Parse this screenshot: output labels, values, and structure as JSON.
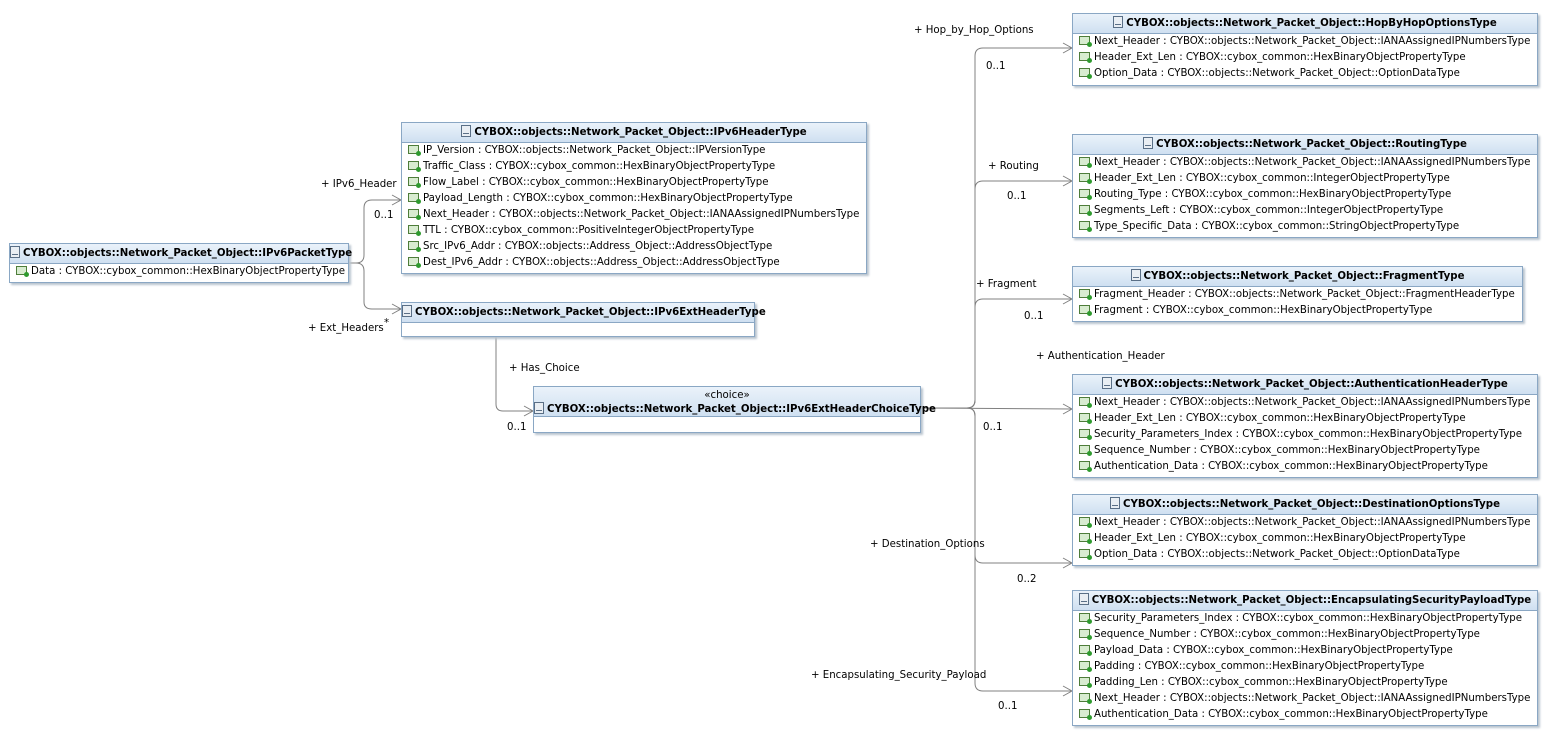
{
  "classes": {
    "packet": {
      "title": "CYBOX::objects::Network_Packet_Object::IPv6PacketType",
      "attrs": [
        "Data : CYBOX::cybox_common::HexBinaryObjectPropertyType"
      ]
    },
    "header": {
      "title": "CYBOX::objects::Network_Packet_Object::IPv6HeaderType",
      "attrs": [
        "IP_Version : CYBOX::objects::Network_Packet_Object::IPVersionType",
        "Traffic_Class : CYBOX::cybox_common::HexBinaryObjectPropertyType",
        "Flow_Label : CYBOX::cybox_common::HexBinaryObjectPropertyType",
        "Payload_Length : CYBOX::cybox_common::HexBinaryObjectPropertyType",
        "Next_Header : CYBOX::objects::Network_Packet_Object::IANAAssignedIPNumbersType",
        "TTL : CYBOX::cybox_common::PositiveIntegerObjectPropertyType",
        "Src_IPv6_Addr : CYBOX::objects::Address_Object::AddressObjectType",
        "Dest_IPv6_Addr : CYBOX::objects::Address_Object::AddressObjectType"
      ]
    },
    "ext": {
      "title": "CYBOX::objects::Network_Packet_Object::IPv6ExtHeaderType",
      "attrs": []
    },
    "choice": {
      "stereotype": "«choice»",
      "title": "CYBOX::objects::Network_Packet_Object::IPv6ExtHeaderChoiceType",
      "attrs": []
    },
    "hop": {
      "title": "CYBOX::objects::Network_Packet_Object::HopByHopOptionsType",
      "attrs": [
        "Next_Header : CYBOX::objects::Network_Packet_Object::IANAAssignedIPNumbersType",
        "Header_Ext_Len : CYBOX::cybox_common::HexBinaryObjectPropertyType",
        "Option_Data : CYBOX::objects::Network_Packet_Object::OptionDataType"
      ]
    },
    "routing": {
      "title": "CYBOX::objects::Network_Packet_Object::RoutingType",
      "attrs": [
        "Next_Header : CYBOX::objects::Network_Packet_Object::IANAAssignedIPNumbersType",
        "Header_Ext_Len : CYBOX::cybox_common::IntegerObjectPropertyType",
        "Routing_Type : CYBOX::cybox_common::HexBinaryObjectPropertyType",
        "Segments_Left : CYBOX::cybox_common::IntegerObjectPropertyType",
        "Type_Specific_Data : CYBOX::cybox_common::StringObjectPropertyType"
      ]
    },
    "fragment": {
      "title": "CYBOX::objects::Network_Packet_Object::FragmentType",
      "attrs": [
        "Fragment_Header : CYBOX::objects::Network_Packet_Object::FragmentHeaderType",
        "Fragment : CYBOX::cybox_common::HexBinaryObjectPropertyType"
      ]
    },
    "auth": {
      "title": "CYBOX::objects::Network_Packet_Object::AuthenticationHeaderType",
      "attrs": [
        "Next_Header : CYBOX::objects::Network_Packet_Object::IANAAssignedIPNumbersType",
        "Header_Ext_Len : CYBOX::cybox_common::HexBinaryObjectPropertyType",
        "Security_Parameters_Index : CYBOX::cybox_common::HexBinaryObjectPropertyType",
        "Sequence_Number : CYBOX::cybox_common::HexBinaryObjectPropertyType",
        "Authentication_Data : CYBOX::cybox_common::HexBinaryObjectPropertyType"
      ]
    },
    "dest": {
      "title": "CYBOX::objects::Network_Packet_Object::DestinationOptionsType",
      "attrs": [
        "Next_Header : CYBOX::objects::Network_Packet_Object::IANAAssignedIPNumbersType",
        "Header_Ext_Len : CYBOX::cybox_common::HexBinaryObjectPropertyType",
        "Option_Data : CYBOX::objects::Network_Packet_Object::OptionDataType"
      ]
    },
    "esp": {
      "title": "CYBOX::objects::Network_Packet_Object::EncapsulatingSecurityPayloadType",
      "attrs": [
        "Security_Parameters_Index : CYBOX::cybox_common::HexBinaryObjectPropertyType",
        "Sequence_Number : CYBOX::cybox_common::HexBinaryObjectPropertyType",
        "Payload_Data : CYBOX::cybox_common::HexBinaryObjectPropertyType",
        "Padding : CYBOX::cybox_common::HexBinaryObjectPropertyType",
        "Padding_Len : CYBOX::cybox_common::HexBinaryObjectPropertyType",
        "Next_Header : CYBOX::objects::Network_Packet_Object::IANAAssignedIPNumbersType",
        "Authentication_Data : CYBOX::cybox_common::HexBinaryObjectPropertyType"
      ]
    }
  },
  "labels": {
    "ipv6_header": "+ IPv6_Header",
    "ipv6_header_mult": "0..1",
    "ext_headers": "+ Ext_Headers",
    "ext_headers_mult": "*",
    "has_choice": "+ Has_Choice",
    "has_choice_mult": "0..1",
    "hop_role": "+ Hop_by_Hop_Options",
    "hop_mult": "0..1",
    "routing_role": "+ Routing",
    "routing_mult": "0..1",
    "fragment_role": "+ Fragment",
    "fragment_mult": "0..1",
    "auth_role": "+ Authentication_Header",
    "auth_mult": "0..1",
    "dest_role": "+ Destination_Options",
    "dest_mult": "0..2",
    "esp_role": "+ Encapsulating_Security_Payload",
    "esp_mult": "0..1"
  },
  "colors": {
    "class_border": "#8aa7c4",
    "header_fill": "#cfe0f1",
    "edge": "#808080"
  }
}
